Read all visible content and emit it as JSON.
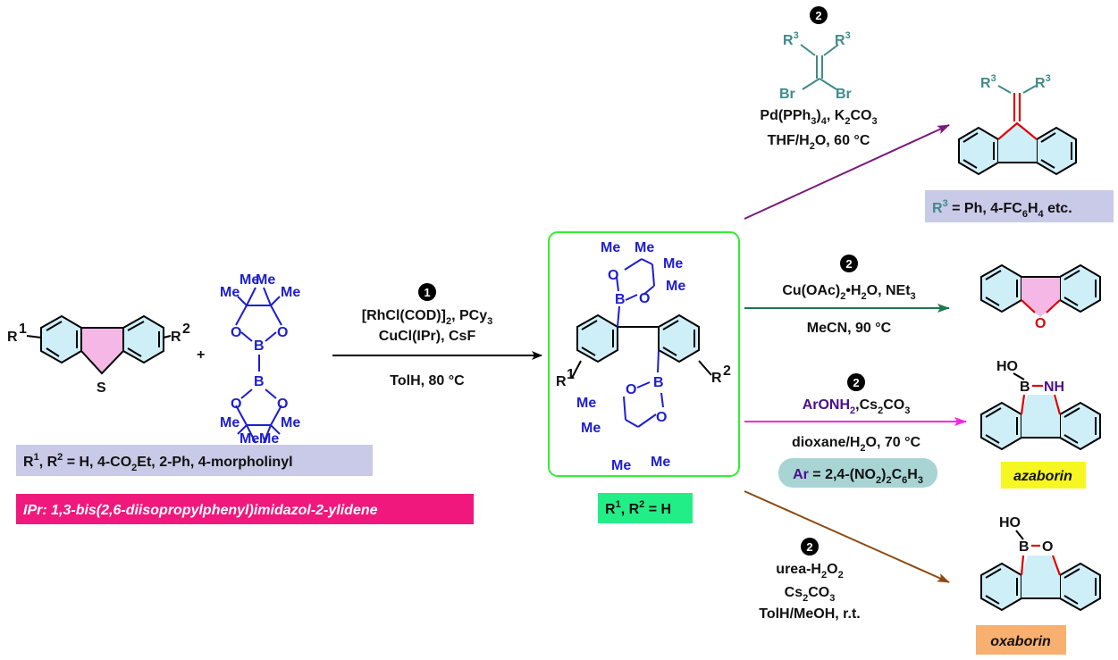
{
  "colors": {
    "ring_fill": "#cfeff8",
    "thiophene_fill": "#f5b8e6",
    "boron_blue": "#1d1dd1",
    "arrow_purple": "#7a1a7a",
    "arrow_green": "#1c7a4e",
    "arrow_magenta": "#ff22ee",
    "arrow_brown": "#8b4a12",
    "box_green": "#33ee33",
    "label_lavender": "#c9c9e8",
    "label_pink": "#f0187c",
    "label_green": "#22ee88",
    "label_yellow": "#f6f622",
    "label_orange": "#f8b070",
    "label_teal": "#a8d4d4",
    "r3_teal": "#3e8a8a"
  },
  "start": {
    "r1": "R",
    "r1_sup": "1",
    "r2": "R",
    "r2_sup": "2",
    "s_atom": "S",
    "substituents_label": "R1, R2 = H, 4-CO2Et, 2-Ph, 4-morpholinyl",
    "ipr_label": "IPr: 1,3-bis(2,6-diisopropylphenyl)imidazol-2-ylidene"
  },
  "plus": "+",
  "b2pin2": {
    "me": "Me",
    "o": "O",
    "b": "B"
  },
  "step1": {
    "number": "1",
    "line1": "[RhCl(COD)]2, PCy3",
    "line2": "CuCl(IPr), CsF",
    "line3": "TolH, 80 °C"
  },
  "intermediate": {
    "label": "R1, R2 = H"
  },
  "routes": [
    {
      "number": "2",
      "reagent_r3": "R3",
      "reagent_br": "Br",
      "line1": "Pd(PPh3)4, K2CO3",
      "line2": "THF/H2O, 60 °C",
      "product_label": "R3 = Ph, 4-FC6H4 etc."
    },
    {
      "number": "2",
      "line1": "Cu(OAc)2•H2O, NEt3",
      "line2": "MeCN, 90 °C",
      "product_o": "O"
    },
    {
      "number": "2",
      "line1": "ArONH2,Cs2CO3",
      "line2": "dioxane/H2O, 70 °C",
      "line3": "Ar = 2,4-(NO2)2C6H3",
      "product_ho": "HO",
      "product_b": "B",
      "product_nh": "NH",
      "product_label": "azaborin"
    },
    {
      "number": "2",
      "line1": "urea-H2O2",
      "line2": "Cs2CO3",
      "line3": "TolH/MeOH, r.t.",
      "product_ho": "HO",
      "product_b": "B",
      "product_o": "O",
      "product_label": "oxaborin"
    }
  ]
}
